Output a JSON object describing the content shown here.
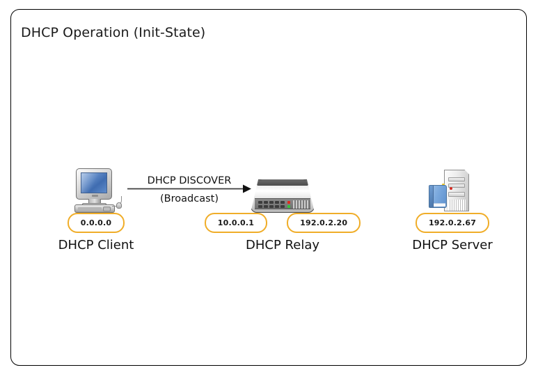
{
  "diagram": {
    "title": "DHCP Operation (Init-State)",
    "frame_border_color": "#000000",
    "background_color": "#ffffff",
    "badge_border_color": "#f0ad28",
    "arrow_color": "#3d3d3d"
  },
  "nodes": [
    {
      "id": "client",
      "icon": "desktop-computer-icon",
      "label": "DHCP Client",
      "addresses": [
        "0.0.0.0"
      ]
    },
    {
      "id": "relay",
      "icon": "network-switch-icon",
      "label": "DHCP Relay",
      "addresses": [
        "10.0.0.1",
        "192.0.2.20"
      ]
    },
    {
      "id": "server",
      "icon": "server-tower-icon",
      "label": "DHCP Server",
      "addresses": [
        "192.0.2.67"
      ]
    }
  ],
  "flows": [
    {
      "id": "discover",
      "from": "client",
      "to": "relay",
      "label_primary": "DHCP DISCOVER",
      "label_secondary": "(Broadcast)",
      "direction": "right"
    }
  ]
}
